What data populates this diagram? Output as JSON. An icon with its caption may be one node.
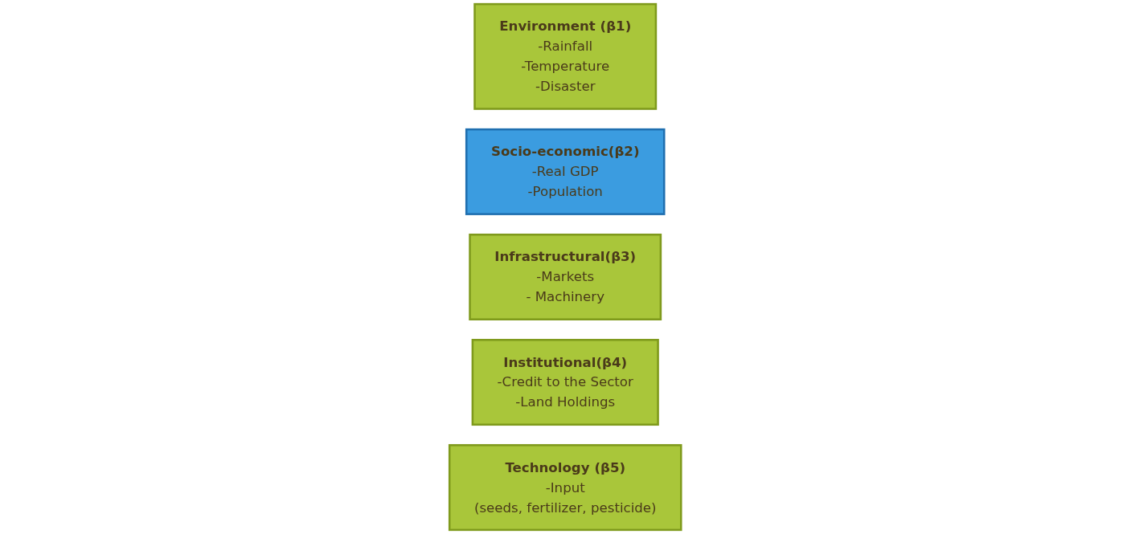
{
  "diagram": {
    "nodes": [
      {
        "text": [
          "Environment (β1)",
          "-Rainfall",
          "-Temperature",
          "-Disaster"
        ]
      },
      {
        "text": [
          "Socio-economic(β2)",
          "-Real GDP",
          "-Population"
        ]
      },
      {
        "text": [
          "Infrastructural(β3)",
          "-Markets",
          "- Machinery"
        ]
      },
      {
        "text": [
          "Institutional(β4)",
          "-Credit to the Sector",
          "-Land Holdings"
        ]
      },
      {
        "text": [
          "Technology (β5)",
          "-Input",
          "(seeds, fertilizer, pesticide)"
        ]
      }
    ]
  }
}
